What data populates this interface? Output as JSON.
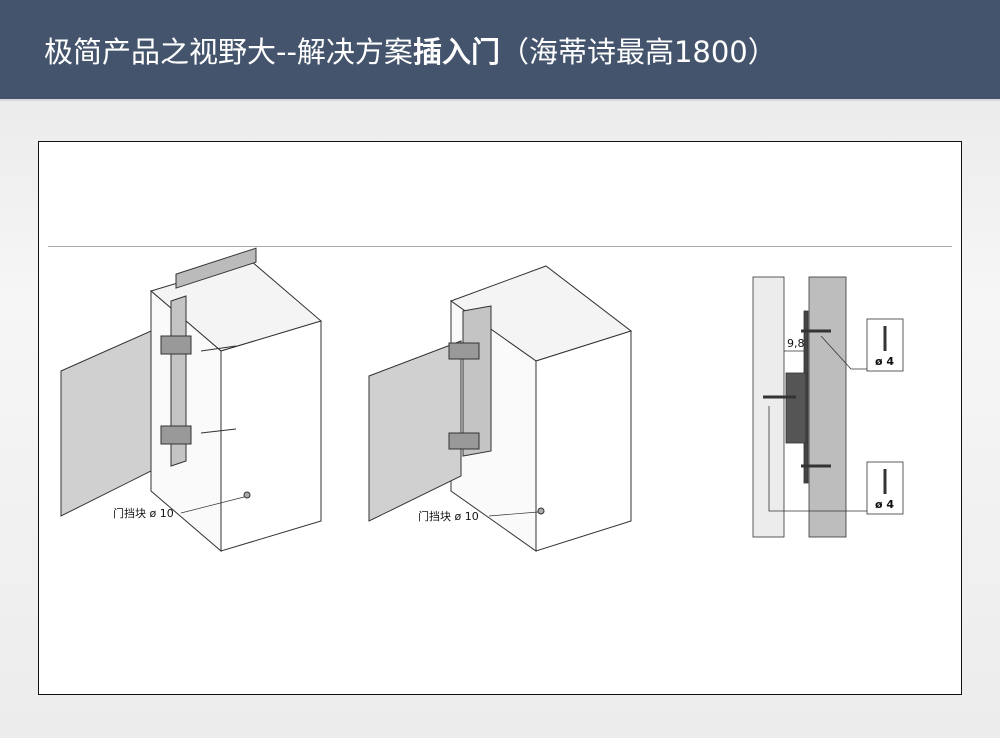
{
  "header": {
    "title_prefix": "极简产品之视野大--解决方案",
    "title_bold": "插入门",
    "title_suffix": "（海蒂诗最高1800）"
  },
  "figures": {
    "left": {
      "label": "门挡块 ø 10"
    },
    "middle": {
      "label": "门挡块 ø 10"
    },
    "right": {
      "dimension": "9,8",
      "screw_top": "ø 4",
      "screw_bottom": "ø 4"
    }
  },
  "colors": {
    "header_bg": "#44546c",
    "panel_gray": "#bdbdbd"
  }
}
